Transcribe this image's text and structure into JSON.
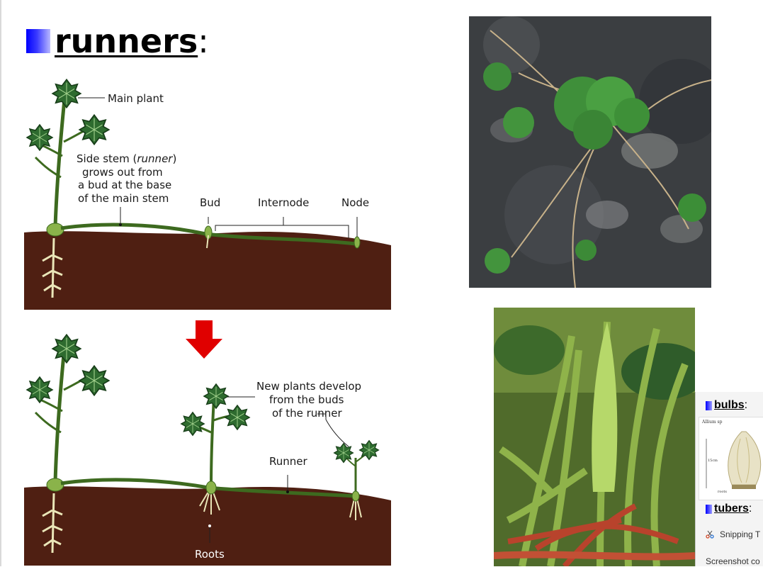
{
  "slide": {
    "title": "runners",
    "title_colon": ":"
  },
  "diagram": {
    "labels": {
      "main_plant": "Main plant",
      "side_stem": [
        "Side stem (runner)",
        "grows out from",
        "a bud at the base",
        "of the main stem"
      ],
      "side_stem_italic": "runner",
      "bud": "Bud",
      "internode": "Internode",
      "node": "Node",
      "new_plants": [
        "New plants develop",
        "from the buds",
        "of the runner"
      ],
      "runner": "Runner",
      "roots": "Roots"
    },
    "colors": {
      "soil": "#4f1f12",
      "stem": "#3d6a1f",
      "leaf": "#2e6b2f",
      "arrow": "#e00000",
      "root": "#eae6b8"
    }
  },
  "side_panel": {
    "items": [
      {
        "label": "bulbs",
        "colon": ":"
      },
      {
        "label": "tubers",
        "colon": ":"
      }
    ],
    "thumb": {
      "caption_top": "Allium sp",
      "scale": "15cm",
      "caption_bottom": "roots"
    },
    "snip_title": "Snipping T",
    "snip_sub": "Screenshot co"
  },
  "photos": {
    "icons": [
      "strawberry-runners-photo",
      "strawberry-crown-photo"
    ]
  }
}
